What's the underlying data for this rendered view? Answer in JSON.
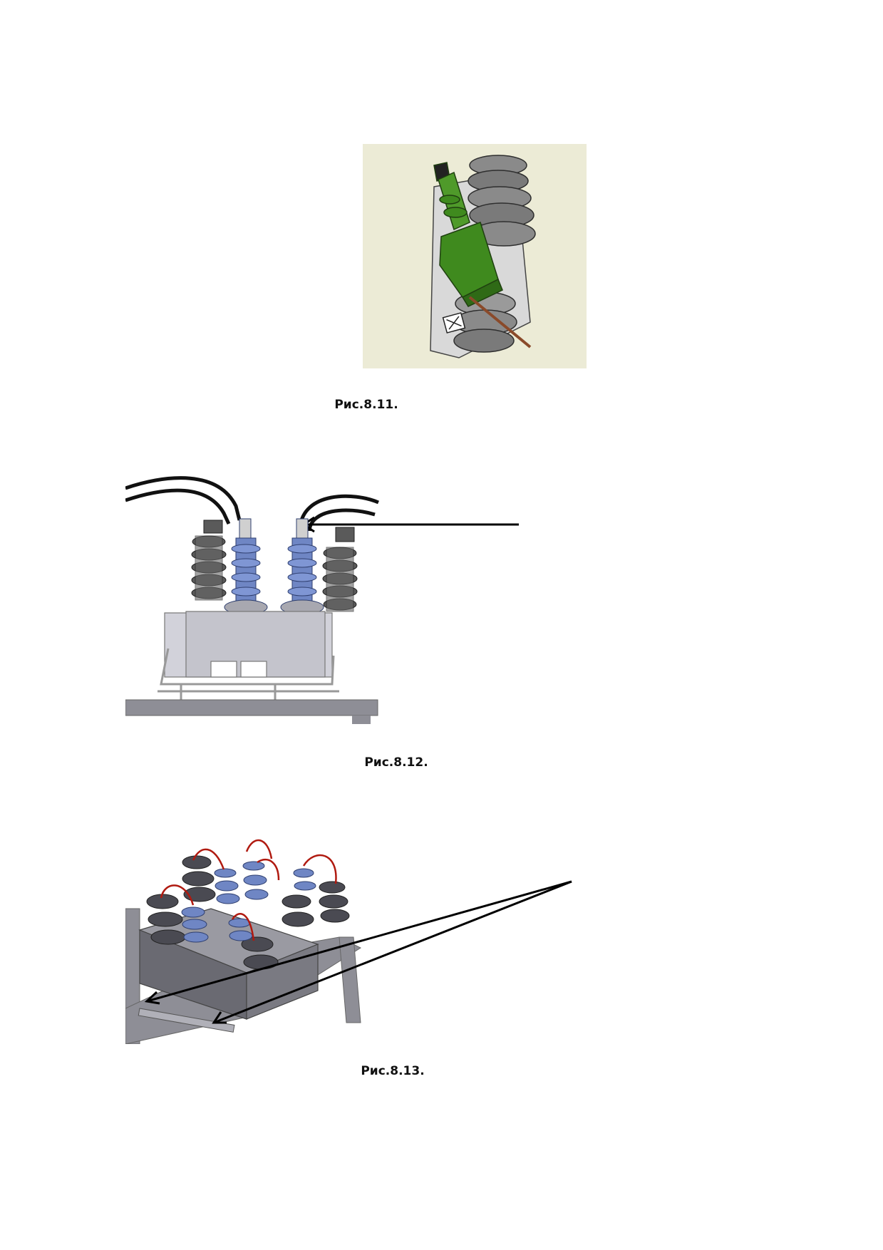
{
  "figures": [
    {
      "id": "fig-8-11",
      "caption": "Рис.8.11."
    },
    {
      "id": "fig-8-12",
      "caption": "Рис.8.12."
    },
    {
      "id": "fig-8-13",
      "caption": "Рис.8.13."
    }
  ],
  "colors": {
    "figure1_background": "#ecebd6",
    "insulator_grey": "#6b6b6b",
    "insulator_blue": "#6f86c4",
    "cable_green": "#3f8a1e",
    "housing_grey": "#c9c9d1",
    "frame_grey": "#8e8e96",
    "pointer_line": "#000000"
  }
}
